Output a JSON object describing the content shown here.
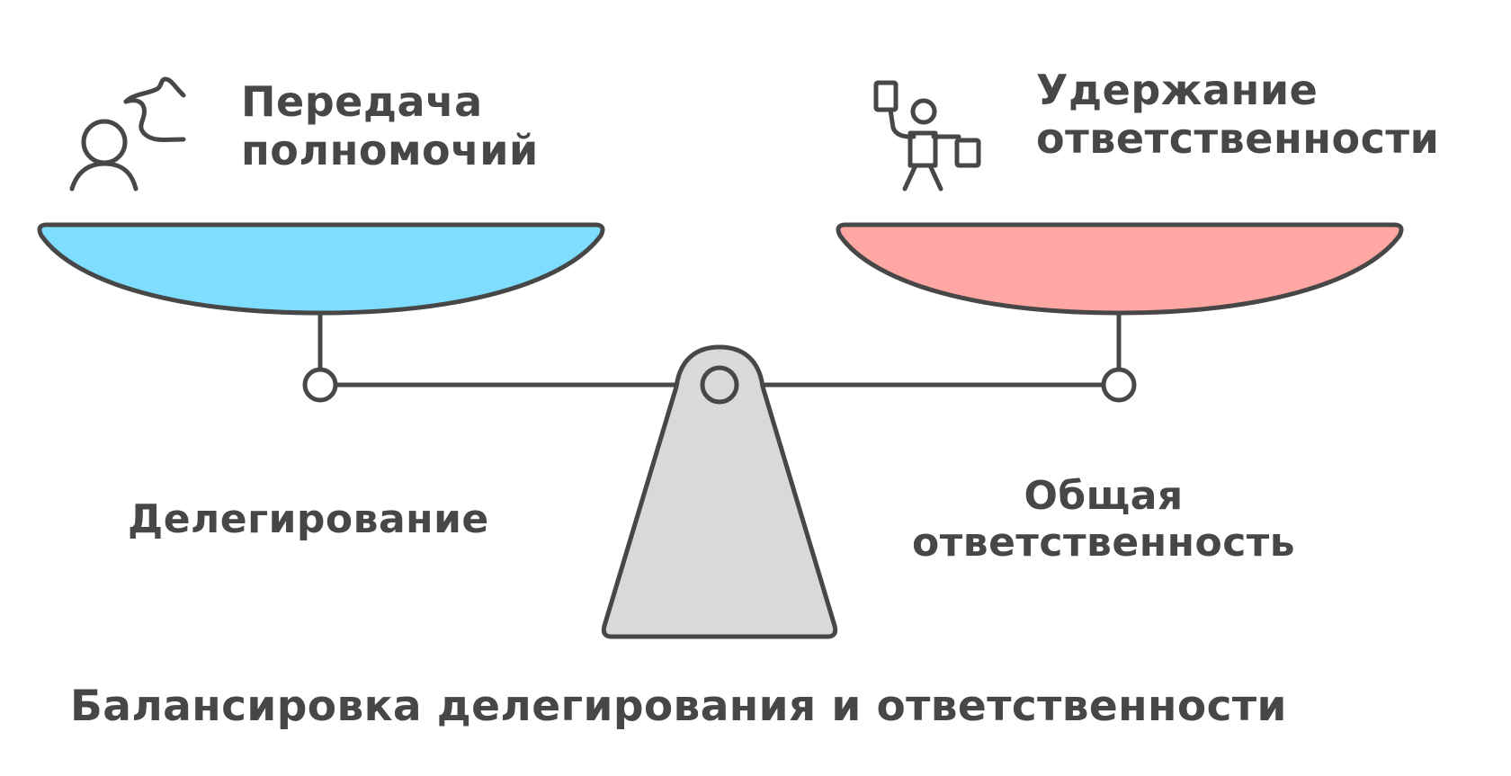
{
  "left_pan": {
    "heading_line1": "Передача",
    "heading_line2": "полномочий",
    "icon": "person-waving-icon",
    "color": "#7FDEFF",
    "caption": "Делегирование"
  },
  "right_pan": {
    "heading_line1": "Удержание",
    "heading_line2": "ответственности",
    "icon": "person-holding-documents-icon",
    "color": "#FFA8A3",
    "caption_line1": "Общая",
    "caption_line2": "ответственность"
  },
  "fulcrum": {
    "color": "#D9D9D9"
  },
  "stroke_color": "#474747",
  "title": "Балансировка делегирования и ответственности"
}
